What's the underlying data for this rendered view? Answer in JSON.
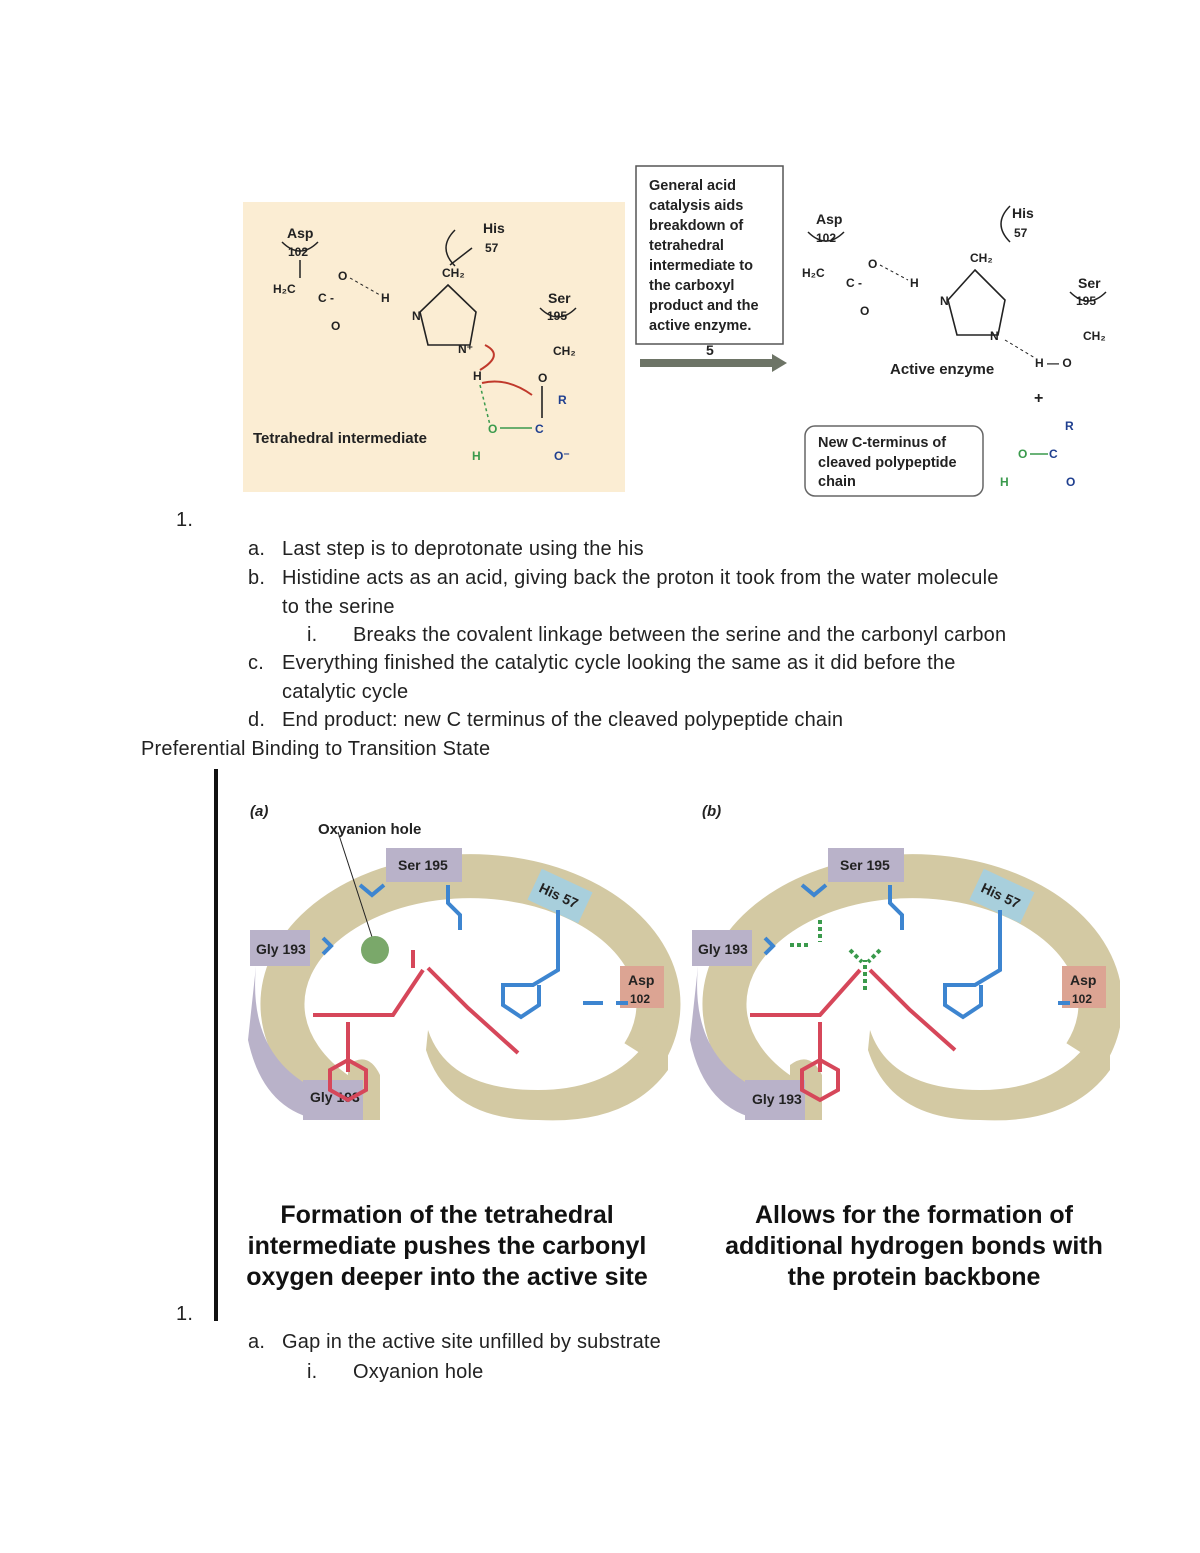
{
  "figure1": {
    "left_panel": {
      "title": "Tetrahedral intermediate",
      "asp": "Asp",
      "asp_num": "102",
      "his": "His",
      "his_num": "57",
      "ser": "Ser",
      "ser_num": "195",
      "h2c": "H₂C",
      "ch2": "CH₂",
      "c_minus": "C -",
      "o": "O",
      "n": "N",
      "n_plus": "N⁺",
      "h": "H",
      "c": "C",
      "r": "R",
      "o_minus": "O⁻"
    },
    "callout": "General acid catalysis aids breakdown of tetrahedral intermediate to the carboxyl product and the active enzyme.",
    "callout_lines": [
      "General acid",
      "catalysis aids",
      "breakdown of",
      "tetrahedral",
      "intermediate to",
      "the carboxyl",
      "product and the",
      "active enzyme."
    ],
    "step": "5",
    "right_panel": {
      "title": "Active enzyme",
      "plus": "+",
      "product_label_lines": [
        "New C-terminus of",
        "cleaved polypeptide",
        "chain"
      ],
      "ho": "H — O"
    }
  },
  "list1": {
    "number": "1.",
    "items": [
      {
        "marker": "a.",
        "text": "Last step is to deprotonate using the his"
      },
      {
        "marker": "b.",
        "text": "Histidine acts as an acid, giving back the proton it took from the water molecule",
        "cont": "to the serine"
      },
      {
        "marker": "i.",
        "text": "Breaks the covalent linkage between the serine and the carbonyl carbon"
      },
      {
        "marker": "c.",
        "text": "Everything finished the catalytic cycle looking the same as it did before the",
        "cont": "catalytic cycle"
      },
      {
        "marker": "d.",
        "text": "End product: new C terminus of the cleaved polypeptide chain"
      }
    ]
  },
  "heading": "Preferential Binding to Transition State",
  "figure2": {
    "panel_a": {
      "tag": "(a)",
      "oxyanion": "Oxyanion hole",
      "ser": "Ser 195",
      "his": "His 57",
      "gly_top": "Gly 193",
      "gly_bottom": "Gly 193",
      "asp": "Asp",
      "asp_num": "102",
      "caption_lines": [
        "Formation of the tetrahedral",
        "intermediate pushes the carbonyl",
        "oxygen deeper into the active site"
      ]
    },
    "panel_b": {
      "tag": "(b)",
      "ser": "Ser 195",
      "his": "His 57",
      "gly_top": "Gly 193",
      "gly_bottom": "Gly 193",
      "asp": "Asp",
      "asp_num": "102",
      "caption_lines": [
        "Allows for the formation of",
        "additional hydrogen bonds with",
        "the protein backbone"
      ]
    }
  },
  "list2": {
    "number": "1.",
    "items": [
      {
        "marker": "a.",
        "text": "Gap in the active site unfilled by substrate"
      },
      {
        "marker": "i.",
        "text": "Oxyanion hole"
      }
    ]
  },
  "colors": {
    "beige_panel": "#fbedd3",
    "kidney": "#d3c9a3",
    "lilac": "#b9b2c9",
    "his_blue": "#a8cfdc",
    "asp_salmon": "#dca493",
    "red": "#d6475a",
    "blue": "#3d85d0",
    "green": "#3a9a4c",
    "arrow_grey": "#6d7466"
  }
}
